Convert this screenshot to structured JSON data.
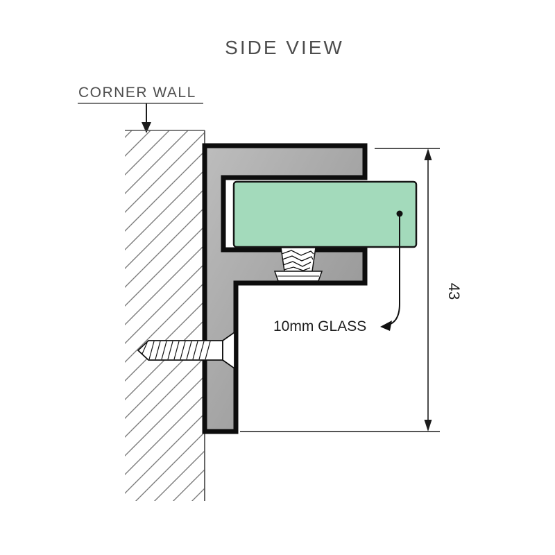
{
  "title": "SIDE VIEW",
  "labels": {
    "wall": "CORNER WALL",
    "glass": "10mm GLASS",
    "dimension": "43"
  },
  "colors": {
    "glass_fill": "#a3dabb",
    "glass_stroke": "#161616",
    "bracket_light": "#bdbdbd",
    "bracket_dark": "#8f8f8f",
    "bracket_stroke": "#0d0d0d",
    "hatch_line": "#7c7c7c",
    "text_gray": "#4d4d4d",
    "text_dark": "#1c1c1c",
    "line_dark": "#1c1c1c"
  }
}
